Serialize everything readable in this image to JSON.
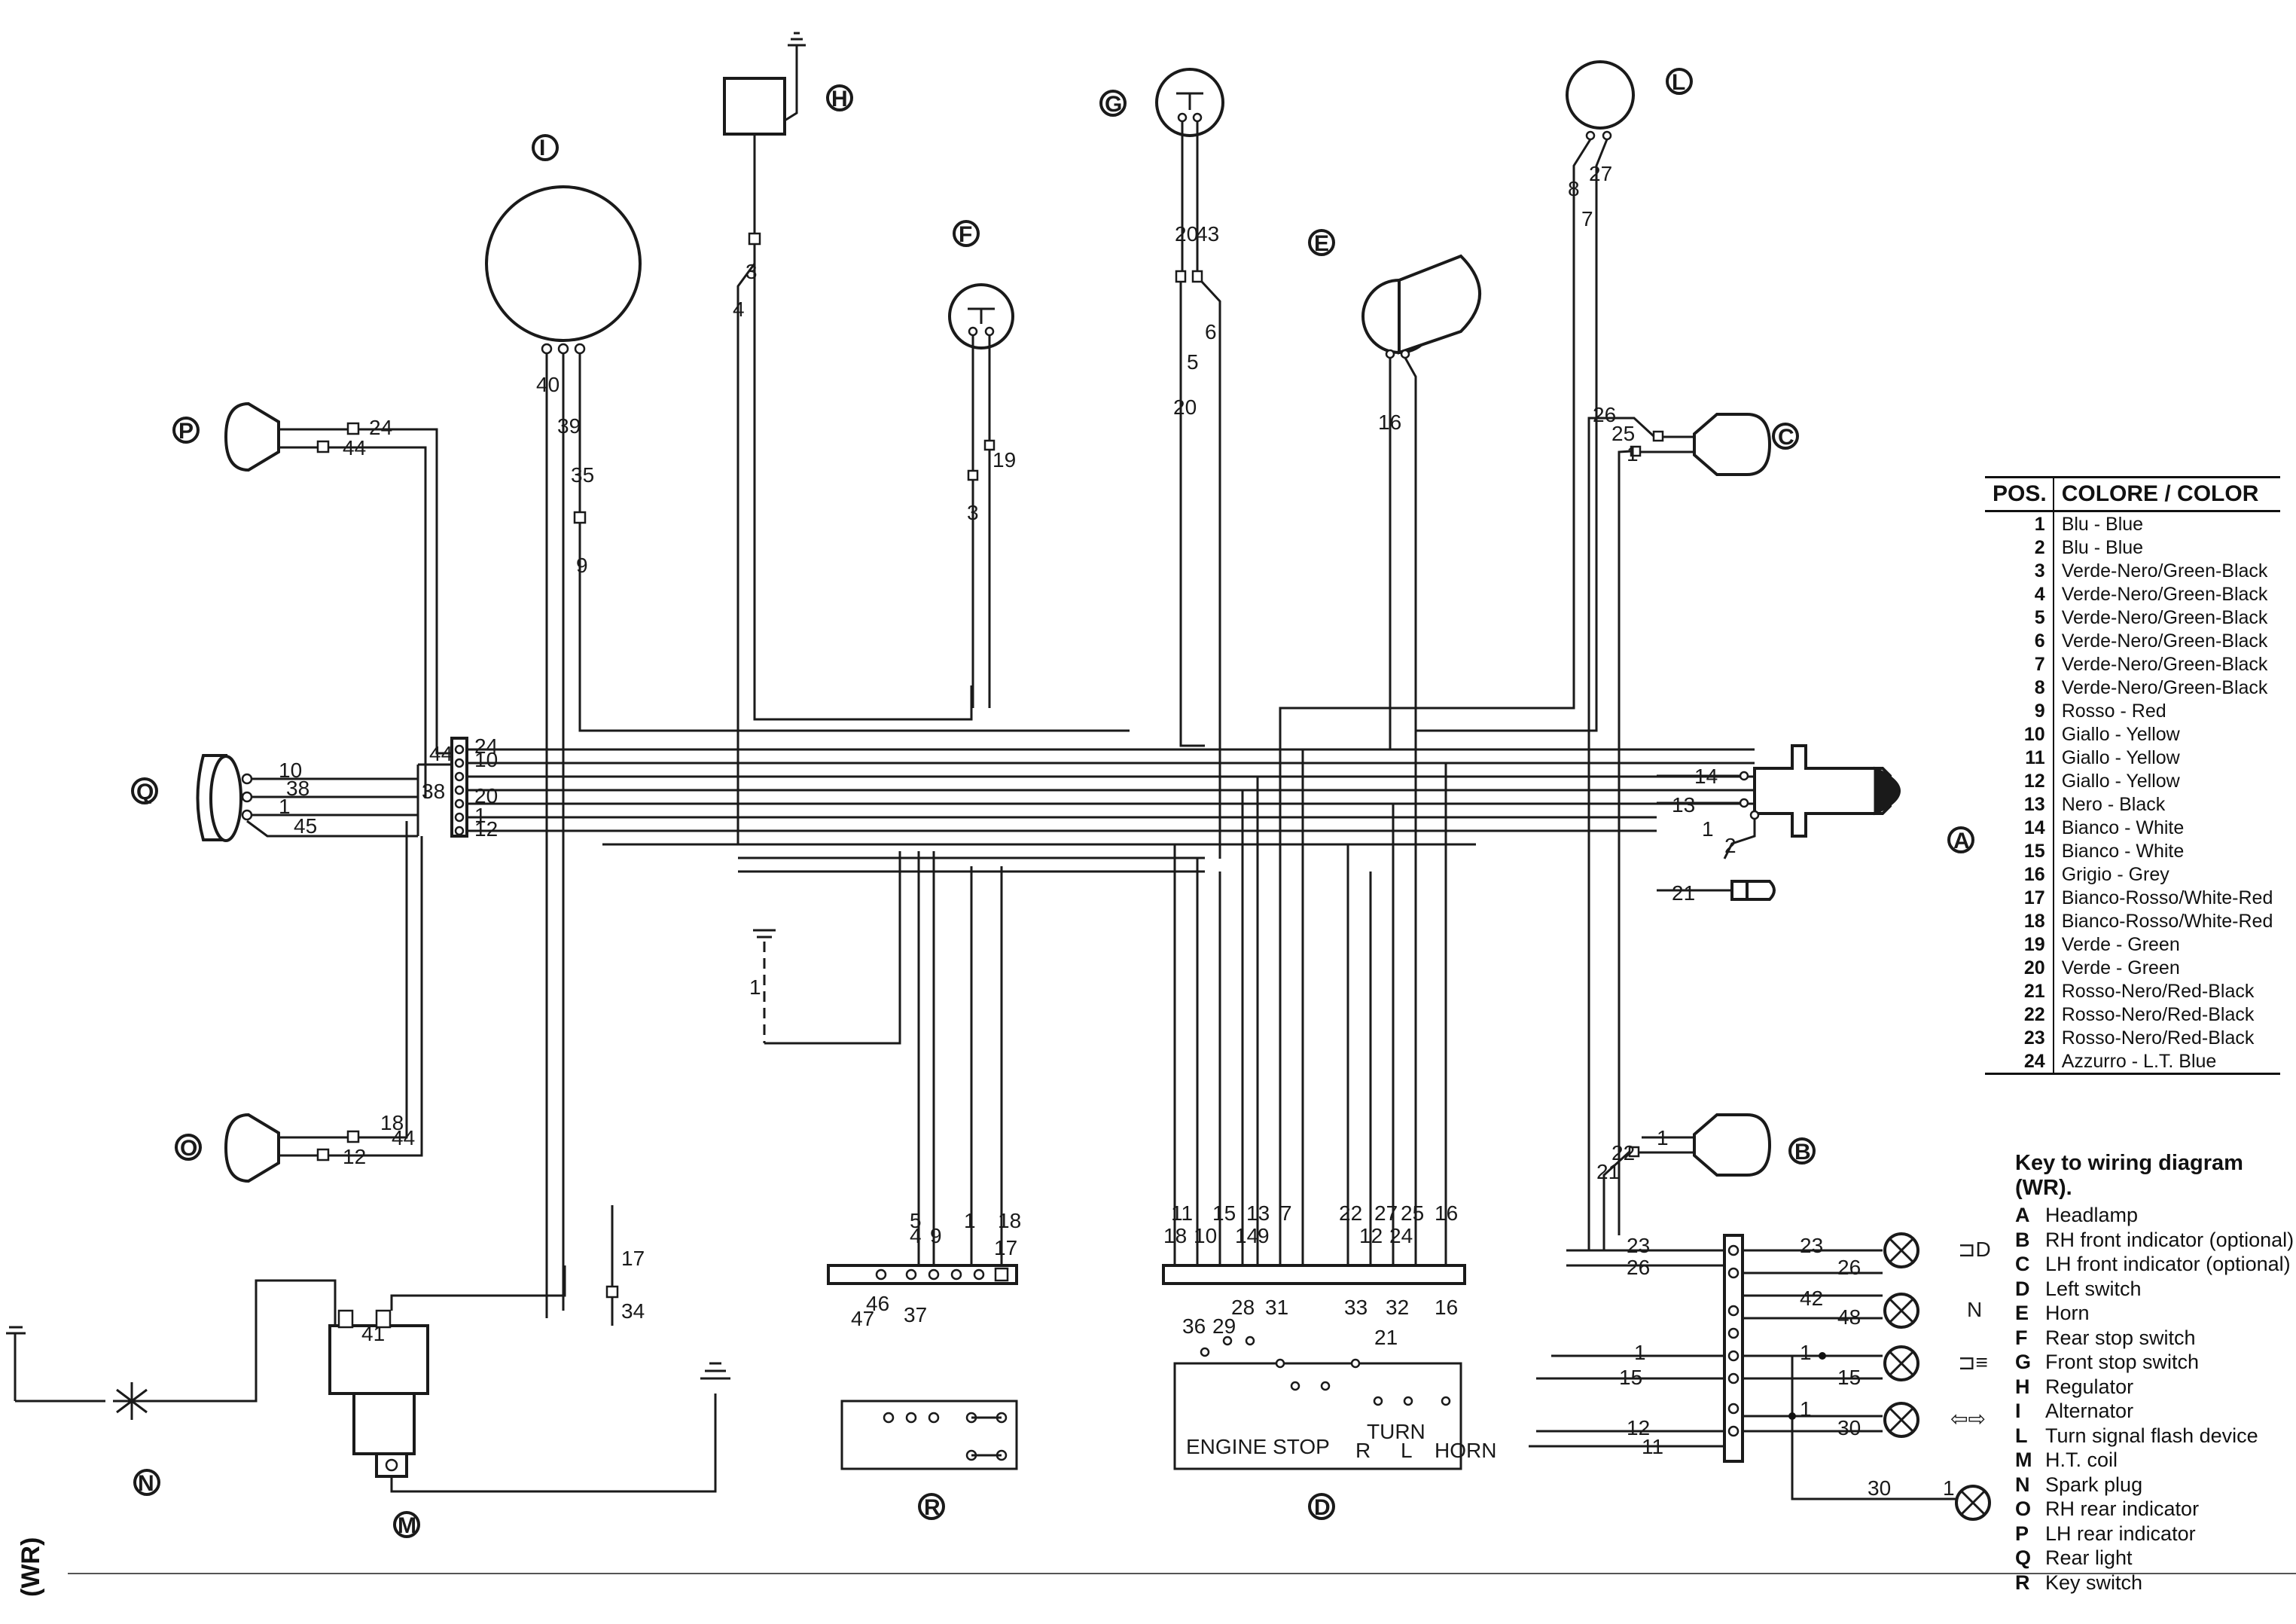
{
  "page_label": "(WR)",
  "color_table": {
    "header_pos": "POS.",
    "header_color": "COLORE / COLOR",
    "rows": [
      {
        "pos": "1",
        "color": "Blu - Blue"
      },
      {
        "pos": "2",
        "color": "Blu - Blue"
      },
      {
        "pos": "3",
        "color": "Verde-Nero/Green-Black"
      },
      {
        "pos": "4",
        "color": "Verde-Nero/Green-Black"
      },
      {
        "pos": "5",
        "color": "Verde-Nero/Green-Black"
      },
      {
        "pos": "6",
        "color": "Verde-Nero/Green-Black"
      },
      {
        "pos": "7",
        "color": "Verde-Nero/Green-Black"
      },
      {
        "pos": "8",
        "color": "Verde-Nero/Green-Black"
      },
      {
        "pos": "9",
        "color": "Rosso - Red"
      },
      {
        "pos": "10",
        "color": "Giallo - Yellow"
      },
      {
        "pos": "11",
        "color": "Giallo - Yellow"
      },
      {
        "pos": "12",
        "color": "Giallo - Yellow"
      },
      {
        "pos": "13",
        "color": "Nero - Black"
      },
      {
        "pos": "14",
        "color": "Bianco - White"
      },
      {
        "pos": "15",
        "color": "Bianco - White"
      },
      {
        "pos": "16",
        "color": "Grigio - Grey"
      },
      {
        "pos": "17",
        "color": "Bianco-Rosso/White-Red"
      },
      {
        "pos": "18",
        "color": "Bianco-Rosso/White-Red"
      },
      {
        "pos": "19",
        "color": "Verde - Green"
      },
      {
        "pos": "20",
        "color": "Verde - Green"
      },
      {
        "pos": "21",
        "color": "Rosso-Nero/Red-Black"
      },
      {
        "pos": "22",
        "color": "Rosso-Nero/Red-Black"
      },
      {
        "pos": "23",
        "color": "Rosso-Nero/Red-Black"
      },
      {
        "pos": "24",
        "color": "Azzurro - L.T. Blue"
      }
    ]
  },
  "key": {
    "title": "Key to wiring diagram (WR).",
    "items": [
      {
        "letter": "A",
        "desc": "Headlamp"
      },
      {
        "letter": "B",
        "desc": "RH front indicator (optional)"
      },
      {
        "letter": "C",
        "desc": "LH front indicator (optional)"
      },
      {
        "letter": "D",
        "desc": "Left switch"
      },
      {
        "letter": "E",
        "desc": "Horn"
      },
      {
        "letter": "F",
        "desc": "Rear stop switch"
      },
      {
        "letter": "G",
        "desc": "Front stop switch"
      },
      {
        "letter": "H",
        "desc": "Regulator"
      },
      {
        "letter": "I",
        "desc": "Alternator"
      },
      {
        "letter": "L",
        "desc": "Turn signal flash device"
      },
      {
        "letter": "M",
        "desc": "H.T. coil"
      },
      {
        "letter": "N",
        "desc": "Spark plug"
      },
      {
        "letter": "O",
        "desc": "RH rear indicator"
      },
      {
        "letter": "P",
        "desc": "LH rear indicator"
      },
      {
        "letter": "Q",
        "desc": "Rear light"
      },
      {
        "letter": "R",
        "desc": "Key switch"
      }
    ]
  },
  "component_labels": {
    "A": "A",
    "B": "B",
    "C": "C",
    "D": "D",
    "E": "E",
    "F": "F",
    "G": "G",
    "H": "H",
    "I": "I",
    "L": "L",
    "M": "M",
    "N": "N",
    "O": "O",
    "P": "P",
    "Q": "Q",
    "R": "R"
  },
  "switch_labels": {
    "engine_stop": "ENGINE STOP",
    "turn": "TURN",
    "horn": "HORN",
    "turn_r": "R",
    "turn_l": "L"
  },
  "indicator_symbols": {
    "low_beam": "⊐D",
    "neutral": "N",
    "high_beam": "⊐≡",
    "turn": "⇦⇨"
  },
  "wire_numbers": {
    "p_upper": "24",
    "p_lower": "44",
    "q_top": "10",
    "q_mid": "38",
    "q_low": "1",
    "q_bot": "45",
    "o_upper": "18",
    "o_lower": "12",
    "o_mid": "44",
    "i_a": "40",
    "i_b": "39",
    "i_c": "35",
    "i_d": "9",
    "h_a": "3",
    "h_b": "4",
    "f_a": "19",
    "f_b": "3",
    "g_a": "20",
    "g_b": "43",
    "g_c": "6",
    "g_d": "5",
    "g_e": "20",
    "e_a": "16",
    "l_a": "8",
    "l_b": "27",
    "l_c": "7",
    "c_a": "25",
    "c_b": "26",
    "c_c": "1",
    "bus_24": "24",
    "bus_10": "10",
    "bus_44": "44",
    "bus_38": "38",
    "bus_20": "20",
    "bus_1": "1",
    "bus_12": "12",
    "a_14": "14",
    "a_13": "13",
    "a_2": "2",
    "a_1": "1",
    "a_21": "21",
    "b_1": "1",
    "b_22": "22",
    "b_21": "21",
    "m_17": "17",
    "m_34": "34",
    "m_41": "41",
    "gnd_1": "1",
    "r_5": "5",
    "r_4": "4",
    "r_9": "9",
    "r_1": "1",
    "r_18": "18",
    "r_17": "17",
    "r_46": "46",
    "r_47": "47",
    "r_37": "37",
    "d_18": "18",
    "d_11": "11",
    "d_10": "10",
    "d_15": "15",
    "d_14": "14",
    "d_13": "13",
    "d_9": "9",
    "d_7": "7",
    "d_22": "22",
    "d_12": "12",
    "d_27": "27",
    "d_24": "24",
    "d_25": "25",
    "d_16": "16",
    "d_36": "36",
    "d_29": "29",
    "d_28": "28",
    "d_31": "31",
    "d_33": "33",
    "d_32": "32",
    "d_21": "21",
    "d_16b": "16",
    "dash_23": "23",
    "dash_26": "26",
    "dash_42": "42",
    "dash_48": "48",
    "dash_15": "15",
    "dash_15b": "15",
    "dash_1": "1",
    "dash_12": "12",
    "dash_30": "30",
    "dash_11": "11",
    "dash_30b": "30",
    "dash_1b": "1",
    "dash_1c": "1"
  }
}
